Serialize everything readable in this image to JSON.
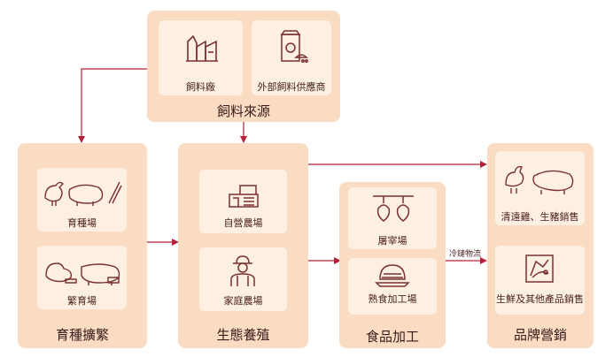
{
  "feed": {
    "title": "飼料來源",
    "items": [
      {
        "label": "飼料廠",
        "icon": "factory-icon"
      },
      {
        "label": "外部飼料供應商",
        "icon": "feed-bag-icon"
      }
    ]
  },
  "breeding": {
    "title": "育種擴繁",
    "items": [
      {
        "label": "育種場",
        "icon": "chicken-pig-dna-icon"
      },
      {
        "label": "繁育場",
        "icon": "hen-sow-icon"
      }
    ]
  },
  "farming": {
    "title": "生態養殖",
    "items": [
      {
        "label": "自營農場",
        "icon": "barn-icon"
      },
      {
        "label": "家庭農場",
        "icon": "farmer-icon"
      }
    ]
  },
  "processing": {
    "title": "食品加工",
    "items": [
      {
        "label": "屠宰場",
        "icon": "slaughter-hooks-icon"
      },
      {
        "label": "熟食加工場",
        "icon": "roast-chicken-icon"
      }
    ]
  },
  "brand": {
    "title": "品牌營銷",
    "items": [
      {
        "label": "清遠雞、生豬銷售",
        "icon": "chicken-pig-icon"
      },
      {
        "label": "生鮮及其他產品銷售",
        "icon": "fresh-product-icon"
      }
    ]
  },
  "cold_chain_label": "冷鏈物流",
  "colors": {
    "group_bg": "#f9dcc2",
    "card_bg": "#fdf0e3",
    "arrow": "#b5203a",
    "icon": "#7a3030"
  }
}
